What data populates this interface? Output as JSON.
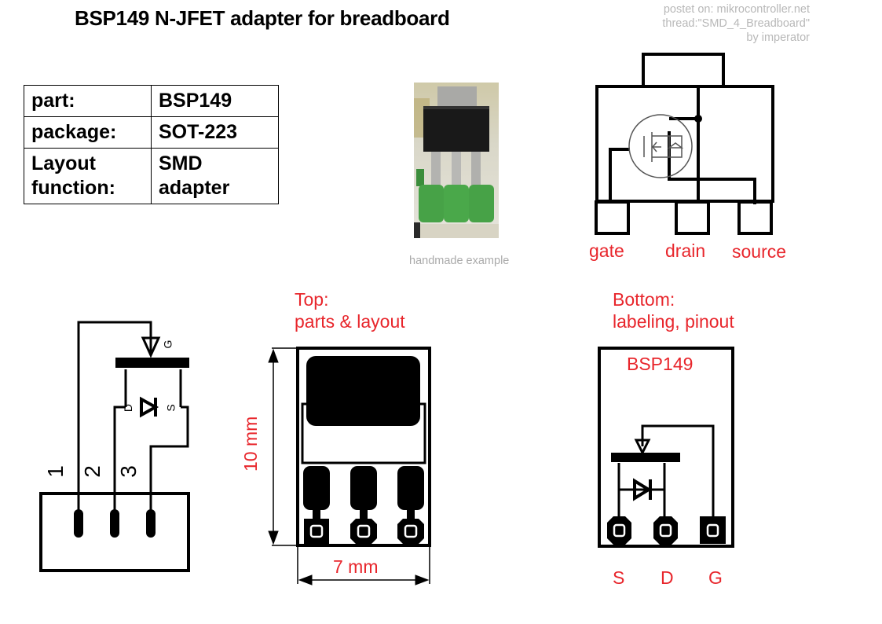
{
  "title": "BSP149 N-JFET adapter for breadboard",
  "credit": {
    "line1": "postet on: mikrocontroller.net",
    "line2": "thread:\"SMD_4_Breadboard\"",
    "line3": "by imperator"
  },
  "info_table": [
    {
      "key": "part:",
      "value": "BSP149"
    },
    {
      "key": "package:",
      "value": "SOT-223"
    },
    {
      "key_lines": [
        "Layout",
        "function:"
      ],
      "value_lines": [
        "SMD",
        "adapter"
      ]
    }
  ],
  "photo": {
    "caption": "handmade example"
  },
  "package_diagram": {
    "pins": [
      "gate",
      "drain",
      "source"
    ]
  },
  "schematic": {
    "pin_numbers": [
      "1",
      "2",
      "3"
    ],
    "terminal_labels": {
      "gate": "G",
      "drain": "D",
      "source": "S"
    }
  },
  "top_view": {
    "heading_line1": "Top:",
    "heading_line2": "parts & layout",
    "height_dim": "10 mm",
    "width_dim": "7 mm"
  },
  "bottom_view": {
    "heading_line1": "Bottom:",
    "heading_line2": "labeling, pinout",
    "part_label": "BSP149",
    "pin_labels": [
      "S",
      "D",
      "G"
    ]
  },
  "colors": {
    "accent_red": "#e8262c",
    "ink": "#000000",
    "credit_gray": "#b8b8b8"
  }
}
